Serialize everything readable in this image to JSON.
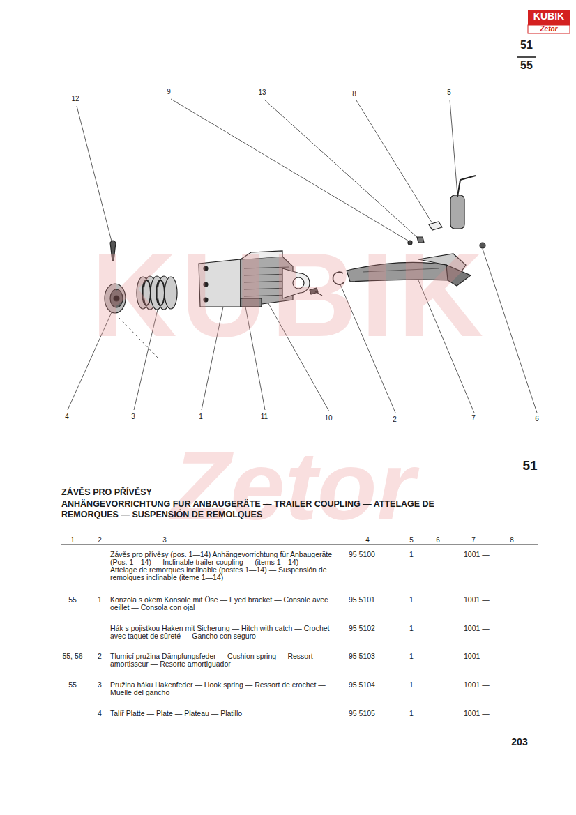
{
  "diagram": {
    "title": "ZÁVĚS PRO PŘÍVĚSY",
    "labels": [
      "KUBIK",
      "Zetor",
      "51",
      "55",
      "12",
      "9",
      "13",
      "8",
      "5",
      "4",
      "3",
      "1",
      "11",
      "10",
      "2",
      "7",
      "6",
      "KUBIK",
      "Zetor",
      "51",
      "ANHÄNGEVORRICHTUNG FUR ANBAUGERÄTE — TRAILER COUPLING — ATTELAGE DE REMORQUES — SUSPENSIÓN DE REMOLQUES",
      "1",
      "2",
      "3",
      "4",
      "5",
      "6",
      "7",
      "8",
      "Závěs pro přívěsy (pos. 1—14) Anhängevorrichtung für Anbaugeräte (Pos. 1—14) — Inclinable trailer coupling — (items 1—14) — Attelage de remorques inclinable (postes 1—14) — Suspensión de remolques inclinable (iteme 1—14)",
      "95 5100",
      "1",
      "1001 —",
      "55",
      "1",
      "Konzola s okem Konsole mit Öse — Eyed bracket — Console avec oeillet — Consola con ojal",
      "95 5101",
      "1",
      "1001 —",
      "Hák s pojistkou Haken mit Sicherung — Hitch with catch — Crochet avec taquet de sûreté — Gancho con seguro",
      "95 5102",
      "1",
      "1001 —",
      "55, 56",
      "2",
      "Tlumicí pružina Dämpfungsfeder — Cushion spring — Ressort amortisseur — Resorte amortiguador",
      "95 5103",
      "1",
      "1001 —",
      "55",
      "3",
      "Pružina háku Hakenfeder — Hook spring — Ressort de crochet — Muelle del gancho",
      "95 5104",
      "1",
      "1001 —",
      "4",
      "Talíř Platte — Plate — Plateau — Platillo",
      "95 5105",
      "1",
      "1001 —",
      "203"
    ]
  }
}
